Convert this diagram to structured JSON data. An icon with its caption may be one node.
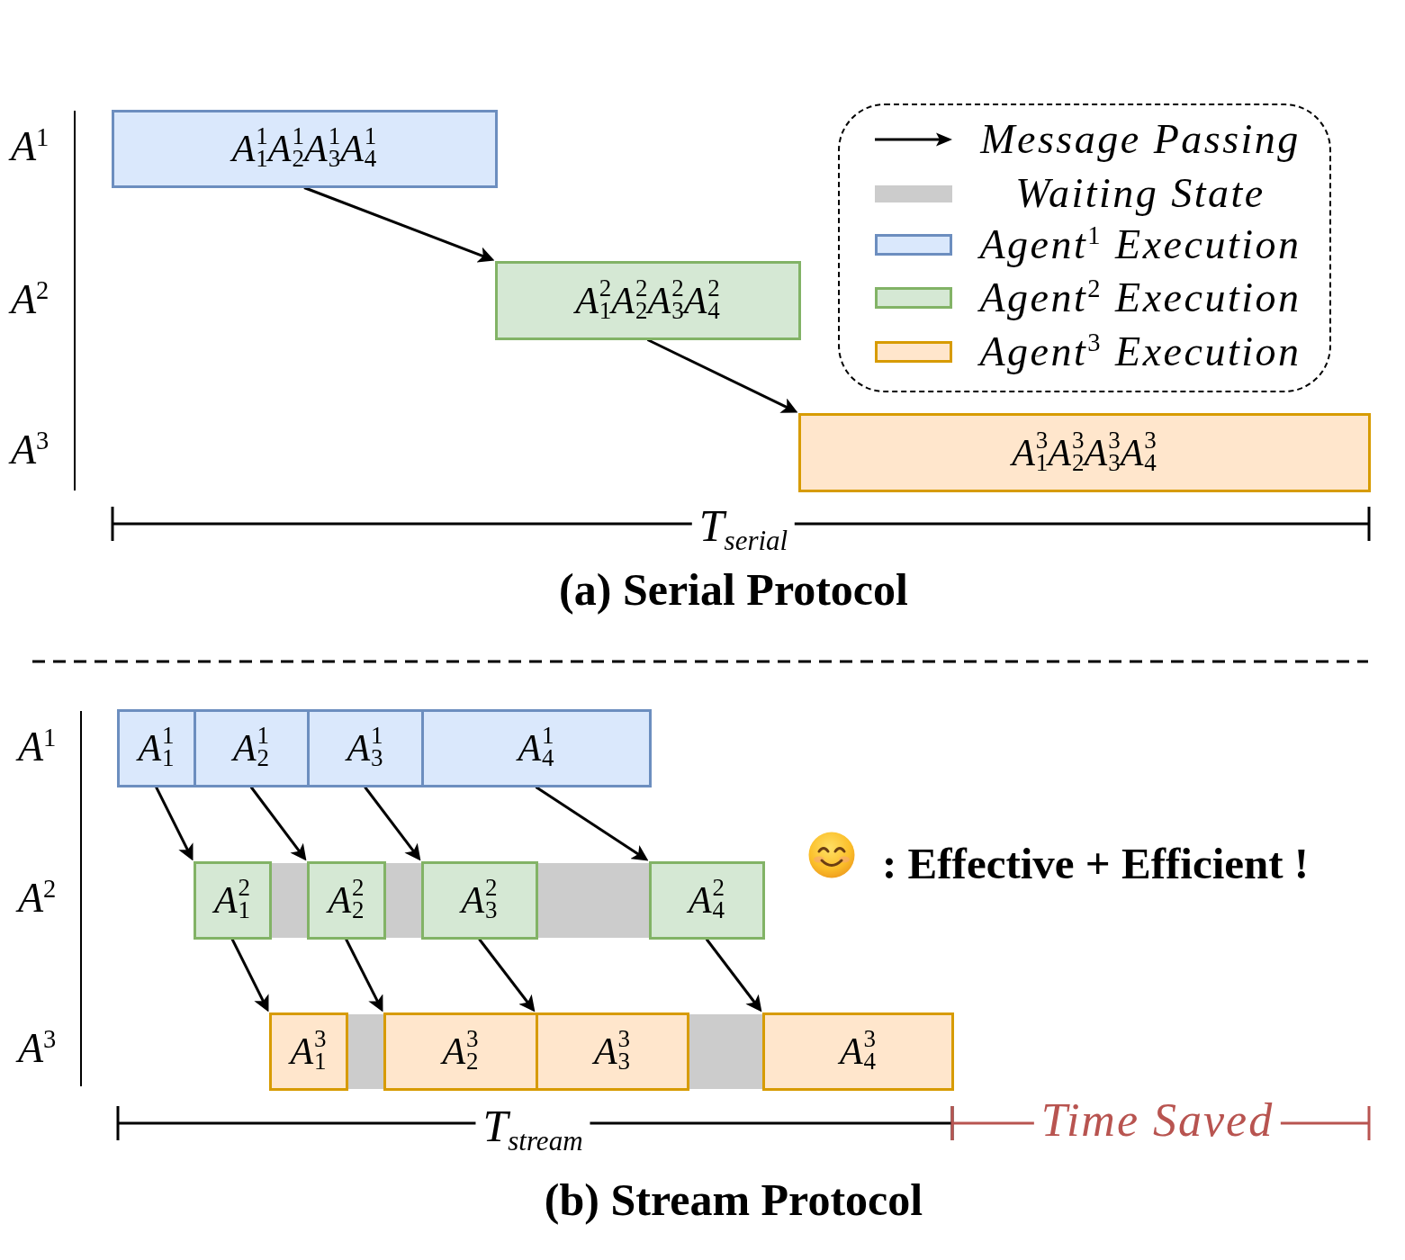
{
  "diagram": {
    "nodes": [
      {
        "text": [
          "A$^{1}$$_{1}$A$^{1}$$_{2}$A$^{1}$$_{3}$A$^{1}$$_{4}$"
        ]
      },
      {
        "text": [
          "A$^{2}$$_{1}$A$^{2}$$_{2}$A$^{2}$$_{3}$A$^{2}$$_{4}$"
        ]
      },
      {
        "text": [
          "A$^{3}$$_{1}$A$^{3}$$_{2}$A$^{3}$$_{3}$A$^{3}$$_{4}$"
        ]
      },
      {
        "text": [
          "A$^{1}$$_{1}$"
        ]
      },
      {
        "text": [
          "A$^{1}$$_{2}$"
        ]
      },
      {
        "text": [
          "A$^{1}$$_{3}$"
        ]
      },
      {
        "text": [
          "A$^{1}$$_{4}$"
        ]
      },
      {
        "text": [
          "A$^{2}$$_{1}$"
        ]
      },
      {
        "text": [],
        "shape": "bar"
      },
      {
        "text": [
          "A$^{2}$$_{2}$"
        ]
      },
      {
        "text": [],
        "shape": "bar"
      },
      {
        "text": [
          "A$^{2}$$_{3}$"
        ]
      },
      {
        "text": [],
        "shape": "bar"
      },
      {
        "text": [
          "A$^{2}$$_{4}$"
        ]
      },
      {
        "text": [
          "A$^{3}$$_{1}$"
        ]
      },
      {
        "text": [],
        "shape": "bar"
      },
      {
        "text": [
          "A$^{3}$$_{2}$"
        ]
      },
      {
        "text": [
          "A$^{3}$$_{3}$"
        ]
      },
      {
        "text": [],
        "shape": "bar"
      },
      {
        "text": [
          "A$^{3}$$_{4}$"
        ]
      }
    ],
    "edges": [
      {
        "from": 0,
        "to": 1,
        "arrow": "to"
      },
      {
        "from": 1,
        "to": 2,
        "arrow": "to"
      },
      {
        "from": 3,
        "to": 7,
        "arrow": "to"
      },
      {
        "from": 4,
        "to": 9,
        "arrow": "to"
      },
      {
        "from": 5,
        "to": 11,
        "arrow": "to"
      },
      {
        "from": 6,
        "to": 13,
        "arrow": "to"
      },
      {
        "from": 7,
        "to": 14,
        "arrow": "to"
      },
      {
        "from": 9,
        "to": 16,
        "arrow": "to"
      },
      {
        "from": 11,
        "to": 17,
        "arrow": "to"
      },
      {
        "from": 13,
        "to": 19,
        "arrow": "to"
      }
    ],
    "labels": [
      "A$^{1}$",
      "A$^{2}$",
      "A$^{3}$",
      "T$_{serial}$",
      "(a) Serial Protocol",
      "A$^{1}$",
      ": Effective + Efficient !",
      "A$^{2}$",
      "A$^{3}$",
      "T$_{stream}$",
      "Time Saved",
      "(b) Stream Protocol"
    ],
    "legend": [
      {
        "text": "Message Passing"
      },
      {
        "text": "Waiting State",
        "color": "#cccccc"
      },
      {
        "text": "Agent$^{1}$ Execution",
        "color": "#dae8fc"
      },
      {
        "text": "Agent$^{2}$ Execution",
        "color": "#d5e8d4"
      },
      {
        "text": "Agent$^{3}$ Execution",
        "color": "#ffe6cc"
      }
    ]
  }
}
